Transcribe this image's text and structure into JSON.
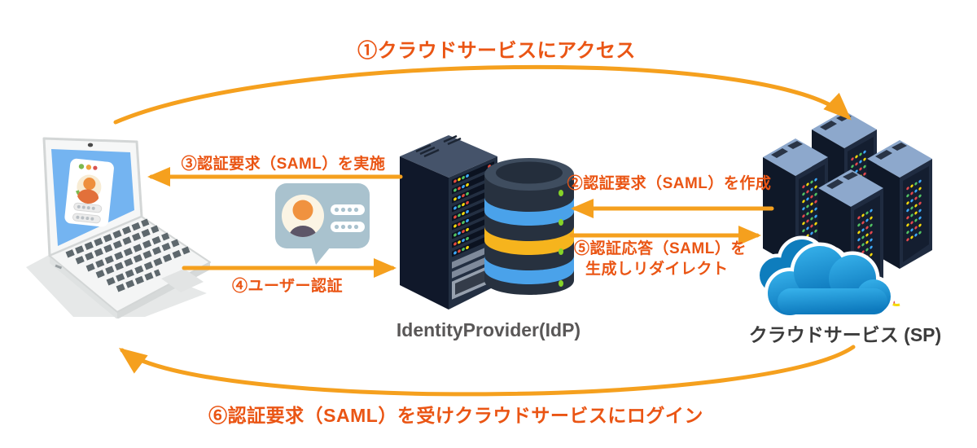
{
  "colors": {
    "step_text": "#EA5514",
    "arrow": "#F5A01E",
    "idp_label_color": "#595757",
    "sp_label_color": "#3C3C3C"
  },
  "nodes": {
    "idp_label": "IdentityProvider(IdP)",
    "sp_label": "クラウドサービス (SP)"
  },
  "steps": {
    "s1": "①クラウドサービスにアクセス",
    "s2": "②認証要求（SAML）を作成",
    "s3": "③認証要求（SAML）を実施",
    "s4": "④ユーザー認証",
    "s5_line1": "⑤認証応答（SAML）を",
    "s5_line2": "生成しリダイレクト",
    "s6": "⑥認証要求（SAML）を受けクラウドサービスにログイン"
  },
  "icons": {
    "client": "laptop-icon",
    "credentials": "credentials-speech-bubble-icon",
    "idp": "server-rack-and-database-icon",
    "sp": "server-cluster-and-cloud-icon"
  }
}
